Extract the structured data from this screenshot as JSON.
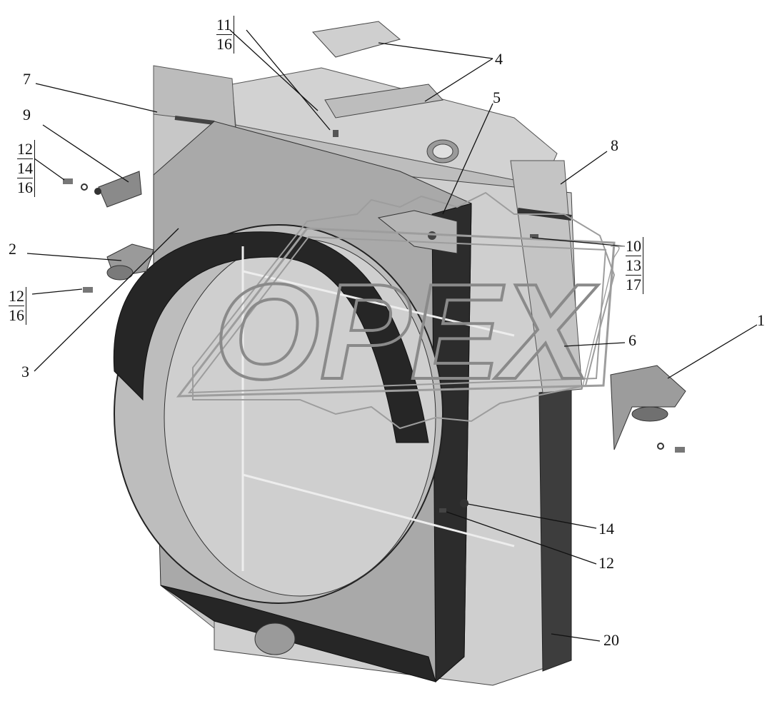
{
  "watermark": {
    "text": "OPEX"
  },
  "callouts": {
    "c1": "1",
    "c2": "2",
    "c3": "3",
    "c4": "4",
    "c5": "5",
    "c6": "6",
    "c7": "7",
    "c8": "8",
    "c9": "9",
    "c14": "14",
    "c12": "12",
    "c20": "20"
  },
  "stacks": {
    "s11": [
      "11",
      "16"
    ],
    "s9": [
      "12",
      "14",
      "16"
    ],
    "s2": [
      "12",
      "16"
    ],
    "s10": [
      "10",
      "13",
      "17"
    ]
  },
  "colors": {
    "panel": "#c8c8c8",
    "panel_dark": "#8a8a8a",
    "shroud": "#2e2e2e",
    "line": "#111111"
  }
}
